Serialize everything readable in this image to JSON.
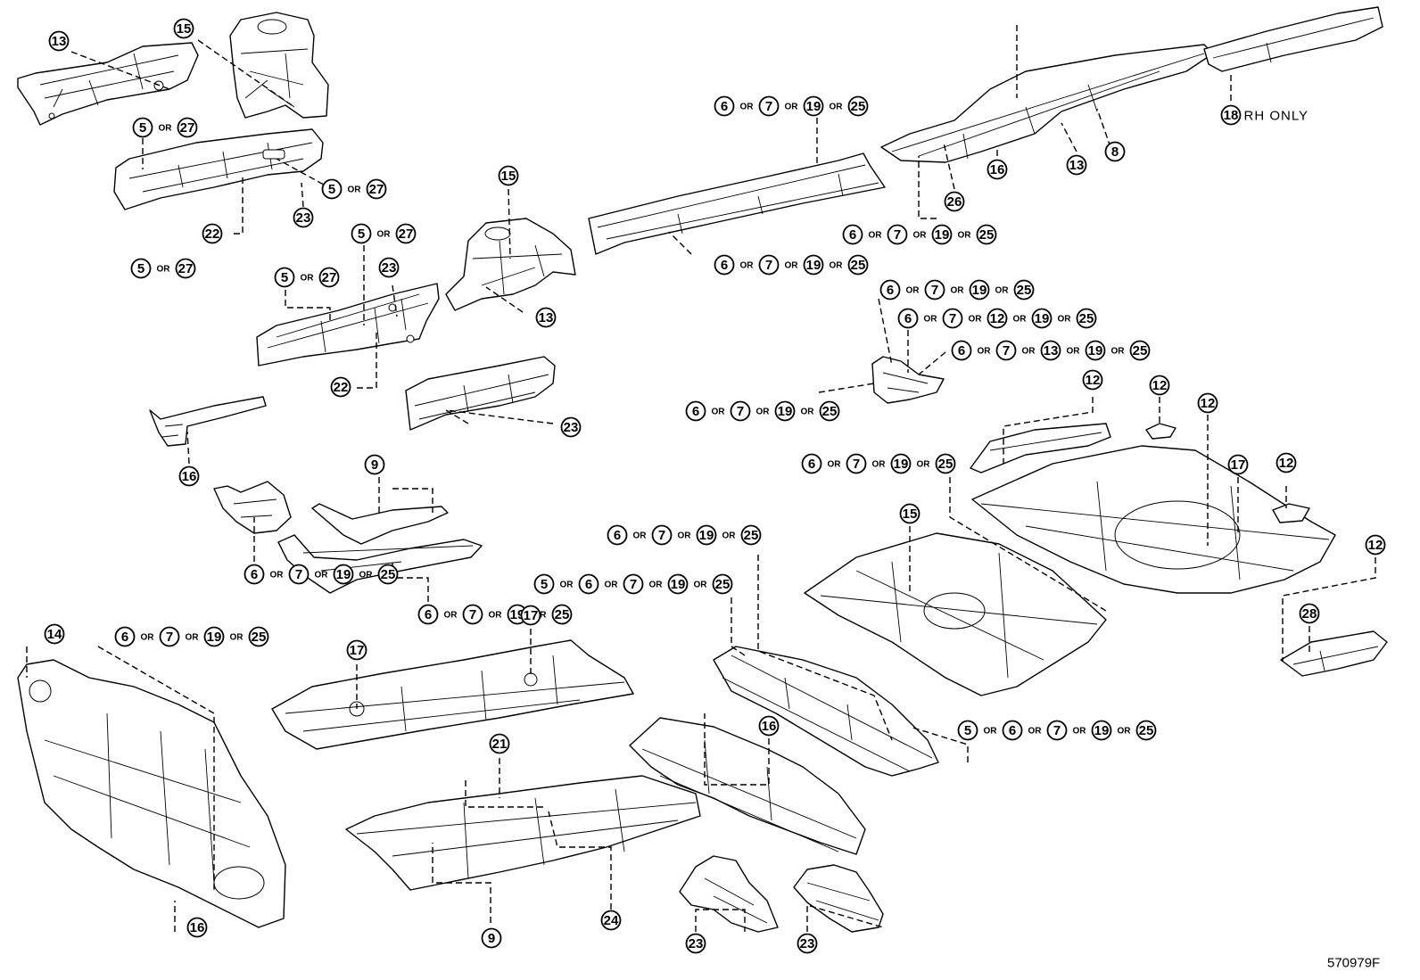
{
  "connector": "OR",
  "callouts": [
    {
      "parts": [
        "13"
      ]
    },
    {
      "parts": [
        "15"
      ]
    },
    {
      "parts": [
        "5",
        "27"
      ]
    },
    {
      "parts": [
        "5",
        "27"
      ]
    },
    {
      "parts": [
        "23"
      ]
    },
    {
      "parts": [
        "22"
      ]
    },
    {
      "parts": [
        "5",
        "27"
      ]
    },
    {
      "parts": [
        "5",
        "27"
      ]
    },
    {
      "parts": [
        "5",
        "27"
      ]
    },
    {
      "parts": [
        "23"
      ]
    },
    {
      "parts": [
        "22"
      ]
    },
    {
      "parts": [
        "15"
      ]
    },
    {
      "parts": [
        "13"
      ]
    },
    {
      "parts": [
        "23"
      ]
    },
    {
      "parts": [
        "16"
      ]
    },
    {
      "parts": [
        "6",
        "7",
        "19",
        "25"
      ]
    },
    {
      "parts": [
        "9"
      ]
    },
    {
      "parts": [
        "6",
        "7",
        "19",
        "25"
      ]
    },
    {
      "parts": [
        "6",
        "7",
        "19",
        "25"
      ]
    },
    {
      "parts": [
        "6",
        "7",
        "19",
        "25"
      ]
    },
    {
      "parts": [
        "8"
      ]
    },
    {
      "parts": [
        "13"
      ]
    },
    {
      "parts": [
        "16"
      ]
    },
    {
      "parts": [
        "26"
      ]
    },
    {
      "parts": [
        "6",
        "7",
        "19",
        "25"
      ]
    },
    {
      "parts": [
        "18"
      ],
      "note": "RH ONLY"
    },
    {
      "parts": [
        "6",
        "7",
        "19",
        "25"
      ]
    },
    {
      "parts": [
        "6",
        "7",
        "12",
        "19",
        "25"
      ]
    },
    {
      "parts": [
        "6",
        "7",
        "13",
        "19",
        "25"
      ]
    },
    {
      "parts": [
        "6",
        "7",
        "19",
        "25"
      ]
    },
    {
      "parts": [
        "12"
      ]
    },
    {
      "parts": [
        "12"
      ]
    },
    {
      "parts": [
        "12"
      ]
    },
    {
      "parts": [
        "6",
        "7",
        "19",
        "25"
      ]
    },
    {
      "parts": [
        "15"
      ]
    },
    {
      "parts": [
        "17"
      ]
    },
    {
      "parts": [
        "12"
      ]
    },
    {
      "parts": [
        "12"
      ]
    },
    {
      "parts": [
        "28"
      ]
    },
    {
      "parts": [
        "6",
        "7",
        "19",
        "25"
      ]
    },
    {
      "parts": [
        "5",
        "6",
        "7",
        "19",
        "25"
      ]
    },
    {
      "parts": [
        "17"
      ]
    },
    {
      "parts": [
        "17"
      ]
    },
    {
      "parts": [
        "14"
      ]
    },
    {
      "parts": [
        "6",
        "7",
        "19",
        "25"
      ]
    },
    {
      "parts": [
        "5",
        "6",
        "7",
        "19",
        "25"
      ]
    },
    {
      "parts": [
        "16"
      ]
    },
    {
      "parts": [
        "21"
      ]
    },
    {
      "parts": [
        "16"
      ]
    },
    {
      "parts": [
        "9"
      ]
    },
    {
      "parts": [
        "24"
      ]
    },
    {
      "parts": [
        "23"
      ]
    },
    {
      "parts": [
        "23"
      ]
    }
  ],
  "figure_number": "570979F"
}
